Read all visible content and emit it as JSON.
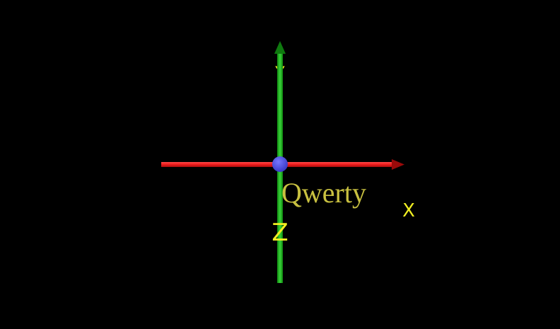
{
  "scene": {
    "background_color": "#000000",
    "axes": {
      "x": {
        "label": "X",
        "color": "#ee1c1c",
        "arrow_color": "#9a0a0a",
        "label_color": "#f0ee22"
      },
      "y": {
        "label": "Y",
        "color": "#1eb81e",
        "arrow_color": "#0f7a0f",
        "label_color": "#f0ee22"
      },
      "z": {
        "label": "Z",
        "label_color": "#f0ee22"
      }
    },
    "origin": {
      "color": "#5555ee"
    },
    "text_object": {
      "text": "Qwerty",
      "color": "#c8c040"
    }
  }
}
